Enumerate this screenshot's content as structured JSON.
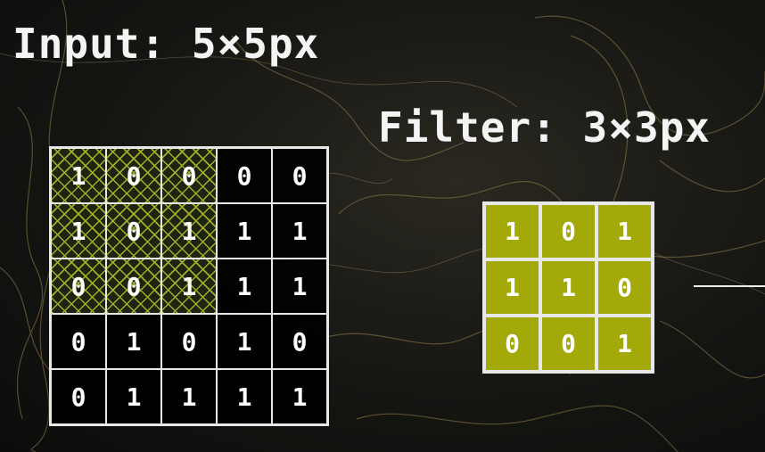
{
  "input": {
    "title": "Input: 5×5px",
    "grid": [
      [
        "1",
        "0",
        "0",
        "0",
        "0"
      ],
      [
        "1",
        "0",
        "1",
        "1",
        "1"
      ],
      [
        "0",
        "0",
        "1",
        "1",
        "1"
      ],
      [
        "0",
        "1",
        "0",
        "1",
        "0"
      ],
      [
        "0",
        "1",
        "1",
        "1",
        "1"
      ]
    ],
    "highlight_rows": 3,
    "highlight_cols": 3
  },
  "filter": {
    "title": "Filter: 3×3px",
    "grid": [
      [
        "1",
        "0",
        "1"
      ],
      [
        "1",
        "1",
        "0"
      ],
      [
        "0",
        "0",
        "1"
      ]
    ]
  },
  "colors": {
    "filter_fill": "#a3a908",
    "hatch": "#a4ad2a",
    "grid_line": "#e8e8e8"
  }
}
